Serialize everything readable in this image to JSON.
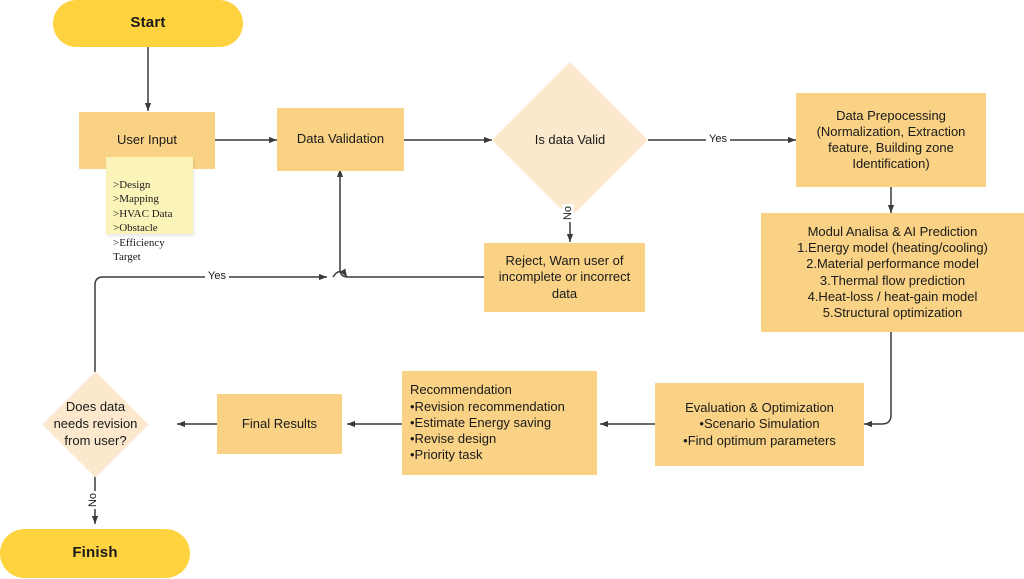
{
  "diagram": {
    "title": "AI Building Energy Analysis Flowchart",
    "colors": {
      "terminal_fill": "#FFD23F",
      "process_fill": "#F9D285",
      "decision_fill": "#FCE8CD",
      "note_fill": "#FAF4B8",
      "connector": "#3a3a3a",
      "background": "#FFFFFF",
      "text": "#1A1A1A"
    }
  },
  "nodes": {
    "start": {
      "label": "Start",
      "type": "terminal"
    },
    "user_input": {
      "label": "User Input",
      "type": "process"
    },
    "data_validation": {
      "label": "Data Validation",
      "type": "process"
    },
    "is_data_valid": {
      "label": "Is data Valid",
      "type": "decision"
    },
    "data_preprocessing": {
      "label": "Data Prepocessing\n(Normalization, Extraction\nfeature, Building zone\nIdentification)",
      "type": "process"
    },
    "modul_analisa": {
      "label": "Modul Analisa & AI Prediction\n1.Energy model (heating/cooling)\n2.Material performance model\n3.Thermal flow prediction\n4.Heat-loss / heat-gain model\n5.Structural optimization",
      "type": "process"
    },
    "reject": {
      "label": "Reject, Warn user of\nincomplete or incorrect\ndata",
      "type": "process"
    },
    "evaluation": {
      "label": "Evaluation & Optimization\n•Scenario Simulation\n•Find optimum parameters",
      "type": "process"
    },
    "recommendation": {
      "label": "Recommendation\n•Revision recommendation\n•Estimate Energy saving\n•Revise design\n•Priority task",
      "type": "process"
    },
    "final_results": {
      "label": "Final Results",
      "type": "process"
    },
    "needs_revision": {
      "label": "Does data\nneeds revision\nfrom user?",
      "type": "decision"
    },
    "finish": {
      "label": "Finish",
      "type": "terminal"
    }
  },
  "note": {
    "label": ">Design\n>Mapping\n>HVAC Data\n>Obstacle\n>Efficiency Target",
    "items": [
      ">Design",
      ">Mapping",
      ">HVAC Data",
      ">Obstacle",
      ">Efficiency Target"
    ]
  },
  "edge_labels": {
    "valid_yes": "Yes",
    "valid_no": "No",
    "revision_yes": "Yes",
    "revision_no": "No"
  },
  "edges": [
    {
      "from": "start",
      "to": "user_input",
      "label": ""
    },
    {
      "from": "user_input",
      "to": "data_validation",
      "label": ""
    },
    {
      "from": "data_validation",
      "to": "is_data_valid",
      "label": ""
    },
    {
      "from": "is_data_valid",
      "to": "data_preprocessing",
      "label": "Yes"
    },
    {
      "from": "is_data_valid",
      "to": "reject",
      "label": "No"
    },
    {
      "from": "reject",
      "to": "data_validation",
      "label": ""
    },
    {
      "from": "data_preprocessing",
      "to": "modul_analisa",
      "label": ""
    },
    {
      "from": "modul_analisa",
      "to": "evaluation",
      "label": ""
    },
    {
      "from": "evaluation",
      "to": "recommendation",
      "label": ""
    },
    {
      "from": "recommendation",
      "to": "final_results",
      "label": ""
    },
    {
      "from": "final_results",
      "to": "needs_revision",
      "label": ""
    },
    {
      "from": "needs_revision",
      "to": "data_validation",
      "label": "Yes"
    },
    {
      "from": "needs_revision",
      "to": "finish",
      "label": "No"
    }
  ]
}
